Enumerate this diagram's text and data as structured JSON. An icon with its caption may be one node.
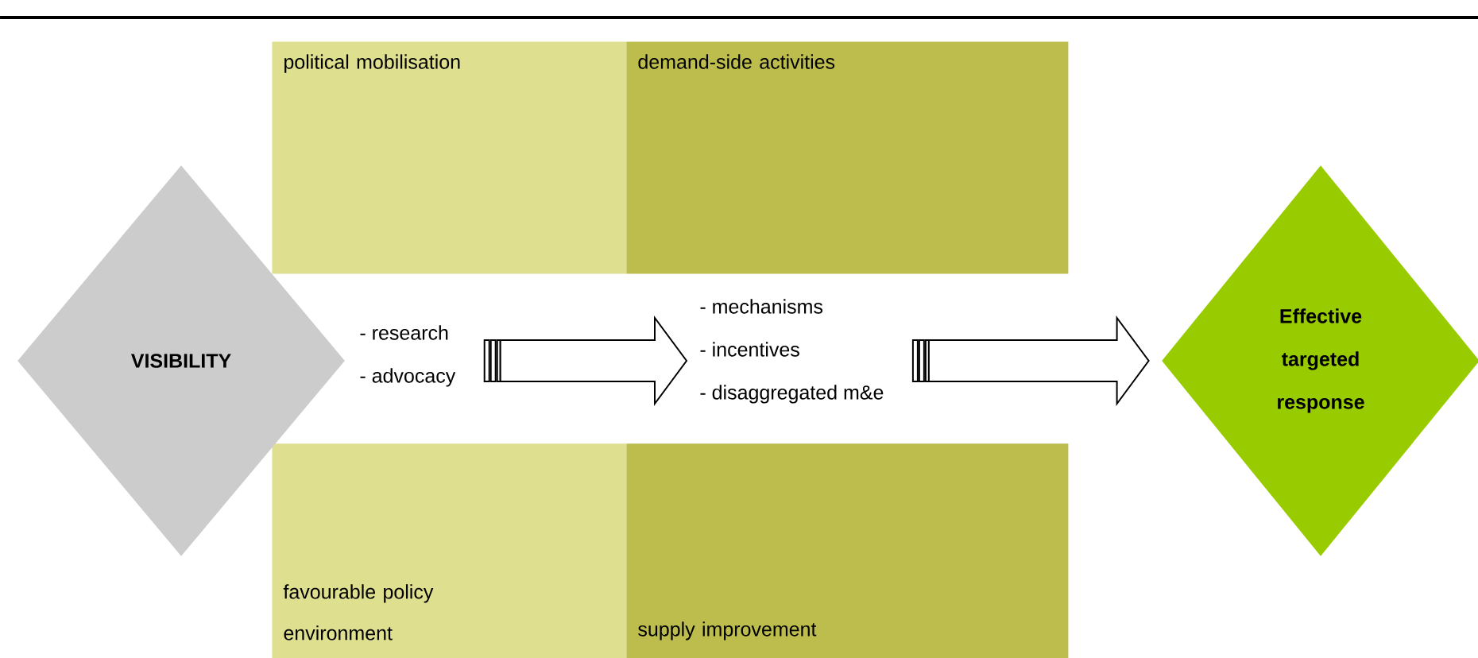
{
  "diagram": {
    "nodes": [
      {
        "text": [
          "political mobilisation"
        ]
      },
      {
        "text": [
          "demand-side activities"
        ]
      },
      {
        "text": [
          "favourable policy environment"
        ]
      },
      {
        "text": [
          "supply improvement"
        ]
      },
      {
        "text": [
          "VISIBILITY"
        ]
      },
      {
        "text": [
          "- research",
          "- advocacy"
        ]
      },
      {
        "text": [
          "- mechanisms",
          "- incentives",
          "- disaggregated m&e"
        ]
      },
      {
        "text": [
          "Effective targeted response"
        ]
      }
    ],
    "edges": [
      {
        "from": 5,
        "to": 6,
        "arrow": "to"
      },
      {
        "from": 6,
        "to": 7,
        "arrow": "to"
      }
    ]
  }
}
